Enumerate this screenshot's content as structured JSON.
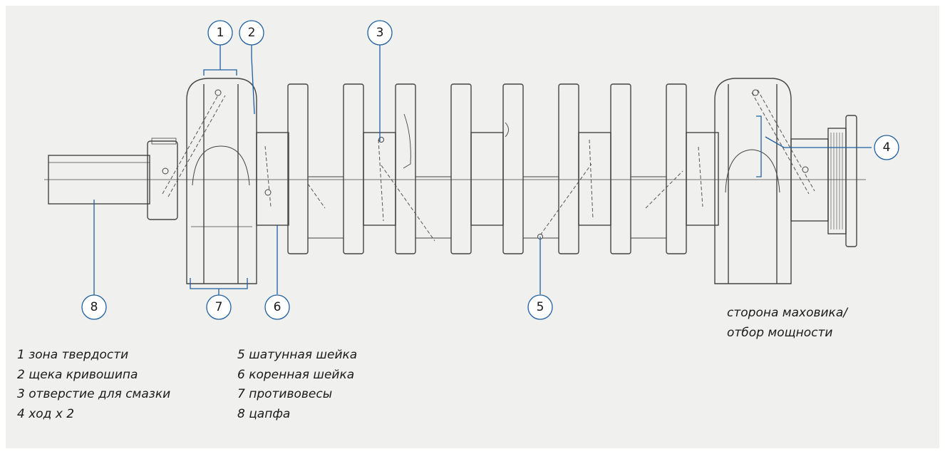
{
  "callouts": [
    {
      "id": "1",
      "label": "1"
    },
    {
      "id": "2",
      "label": "2"
    },
    {
      "id": "3",
      "label": "3"
    },
    {
      "id": "4",
      "label": "4"
    },
    {
      "id": "5",
      "label": "5"
    },
    {
      "id": "6",
      "label": "6"
    },
    {
      "id": "7",
      "label": "7"
    },
    {
      "id": "8",
      "label": "8"
    }
  ],
  "legend": {
    "left": [
      "1 зона твердости",
      "2 щека кривошипа",
      "3 отверстие для смазки",
      "4 ход х 2"
    ],
    "right": [
      "5 шатунная шейка",
      "6 коренная шейка",
      "7 противовесы",
      "8 цапфа"
    ]
  },
  "note": {
    "line1": "сторона маховика/",
    "line2": "отбор мощности"
  },
  "colors": {
    "background": "#f0f0ef",
    "drawing_line": "#444444",
    "callout_line": "#1f5fa0"
  }
}
